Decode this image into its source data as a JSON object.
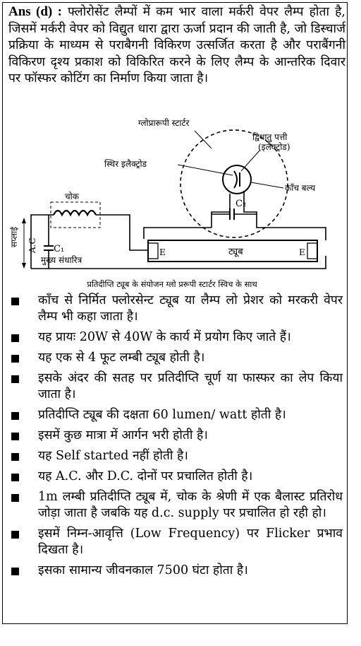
{
  "intro": {
    "lead": "Ans (d) :",
    "text": "फ्लोरोसेंट लैम्पों में कम भार वाला मर्करी वेपर लैम्प होता है, जिसमें मर्करी वेपर को विद्युत धारा द्वारा ऊर्जा प्रदान की जाती है, जो डिस्चार्ज प्रक्रिया के माध्यम से पराबैगनी विकिरण उत्सर्जित करता है और पराबैंगनी विकिरण दृश्य प्रकाश को विकिरित करने के लिए लैम्प के आन्तरिक दिवार पर फॉस्फर कोटिंग का निर्माण किया जाता है।"
  },
  "diagram": {
    "glow_starter": "ग्लोप्रारूपी स्टार्टर",
    "bimetal_1": "द्विधातु पत्ती",
    "bimetal_2": "(इलैक्ट्रोड)",
    "fixed_electrode": "स्थिर इलैक्ट्रोड",
    "glass_bulb": "काँच बल्य",
    "choke": "चोक",
    "c2": "C₂",
    "c1": "C₁",
    "main_capacitor": "मुख्य संधारित्र",
    "supply": "सप्लाई",
    "ac": "A.C",
    "tube": "ट्यूब",
    "e_left": "E",
    "e_right": "E",
    "caption": "प्रतिदीप्ति ट्यूब के संयोजन ग्लो प्ररूपी स्टार्टर स्विच के साथ"
  },
  "bullets": [
    "काँच से निर्मित फ्लोरसेन्ट ट्यूब या लैम्प लो प्रेशर को मरकरी वेपर लैम्प भी कहा जाता है।",
    "यह प्रायः 20W से 40W के कार्य में प्रयोग किए जाते हैं।",
    "यह एक से 4 फूट लम्बी ट्यूब होती है।",
    "इसके अंदर की सतह पर प्रतिदीप्ति चूर्ण या फास्फर का लेप किया जाता है।",
    "प्रतिदीप्ति ट्यूब की दक्षता 60 lumen/ watt होती है।",
    "इसमें कुछ मात्रा में आर्गन भरी होती है।",
    "यह Self started नहीं होती है।",
    "यह A.C. और D.C. दोनों पर प्रचालित होती है।",
    "1m लम्बी प्रतिदीप्ति ट्यूब में, चोक के श्रेणी में एक बैलास्ट प्रतिरोध जोड़ा जाता है जबकि यह d.c. supply पर प्रचालित हो रही हो।",
    "इसमें निम्न-आवृत्ति (Low Frequency) पर Flicker प्रभाव दिखता है।",
    "इसका सामान्य जीवनकाल 7500 घंटा होता है।"
  ]
}
